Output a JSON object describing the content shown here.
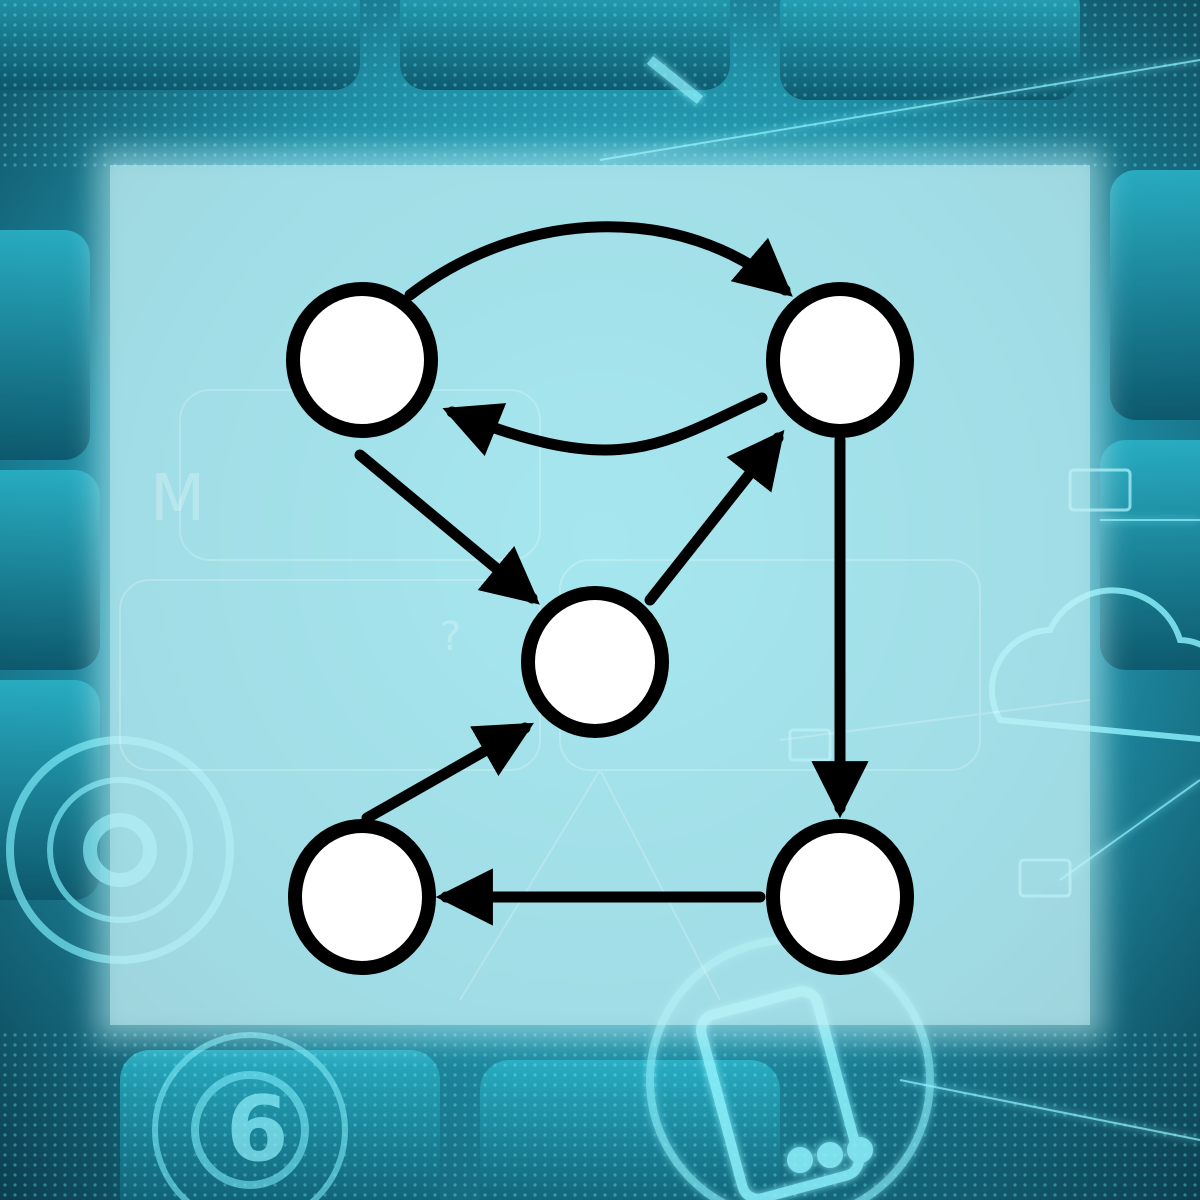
{
  "colors": {
    "background_dark": "#0b4a5c",
    "background_teal": "#1f9fb5",
    "glow_cyan": "#49e3f2",
    "panel_tint": "#b9eef4",
    "node_fill": "#ffffff",
    "stroke": "#000000"
  },
  "background": {
    "description_icons": [
      "keyboard-keys",
      "cloud-icon",
      "phone-icon",
      "monitor-icon",
      "network-lines"
    ],
    "key_glyphs": [
      "6",
      "M",
      "?"
    ]
  },
  "graph": {
    "nodes": [
      {
        "id": "top-left"
      },
      {
        "id": "top-right"
      },
      {
        "id": "center"
      },
      {
        "id": "bottom-left"
      },
      {
        "id": "bottom-right"
      }
    ],
    "edges": [
      {
        "from": "top-left",
        "to": "top-right",
        "curved": true
      },
      {
        "from": "top-right",
        "to": "top-left",
        "curved": true
      },
      {
        "from": "top-left",
        "to": "center",
        "curved": false
      },
      {
        "from": "center",
        "to": "top-right",
        "curved": false
      },
      {
        "from": "top-right",
        "to": "bottom-right",
        "curved": false
      },
      {
        "from": "bottom-right",
        "to": "bottom-left",
        "curved": false
      },
      {
        "from": "bottom-left",
        "to": "center",
        "curved": false
      }
    ]
  }
}
